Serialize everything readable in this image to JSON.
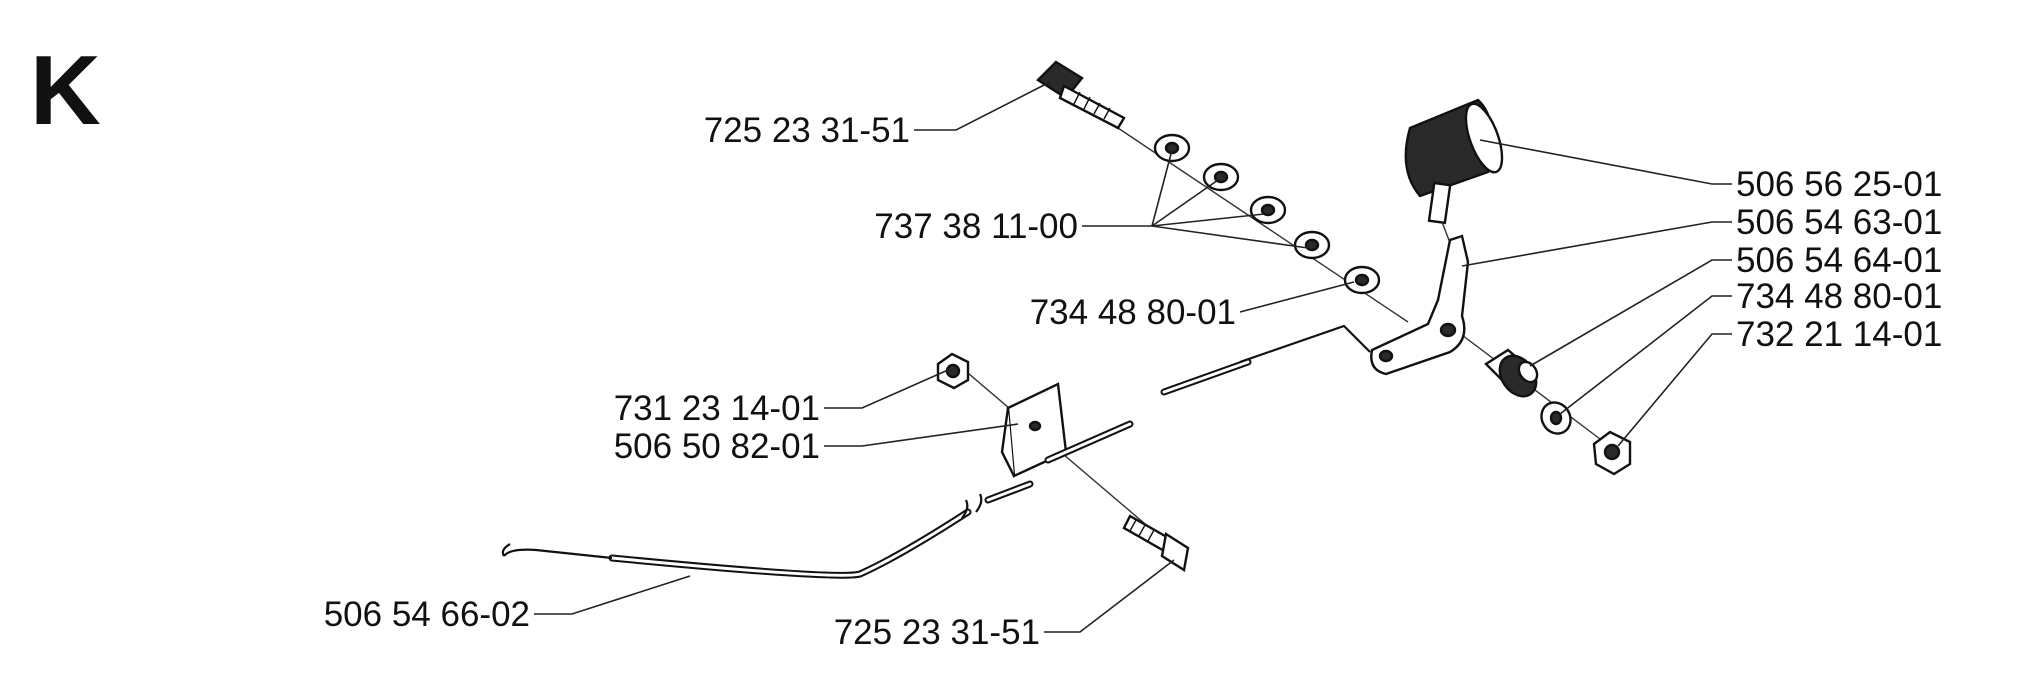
{
  "section": {
    "letter": "K"
  },
  "parts": [
    {
      "id": "bolt-top",
      "number": "725 23 31-51"
    },
    {
      "id": "washer-set",
      "number": "737 38 11-00"
    },
    {
      "id": "washer-upper",
      "number": "734 48 80-01"
    },
    {
      "id": "nut-clip",
      "number": "731 23 14-01"
    },
    {
      "id": "cable-clip",
      "number": "506 50 82-01"
    },
    {
      "id": "throttle-cable",
      "number": "506 54 66-02"
    },
    {
      "id": "bolt-bottom",
      "number": "725 23 31-51"
    },
    {
      "id": "knob",
      "number": "506 56 25-01"
    },
    {
      "id": "throttle-lever",
      "number": "506 54 63-01"
    },
    {
      "id": "spacer",
      "number": "506 54 64-01"
    },
    {
      "id": "washer-lower",
      "number": "734 48 80-01"
    },
    {
      "id": "lock-nut",
      "number": "732 21 14-01"
    }
  ]
}
